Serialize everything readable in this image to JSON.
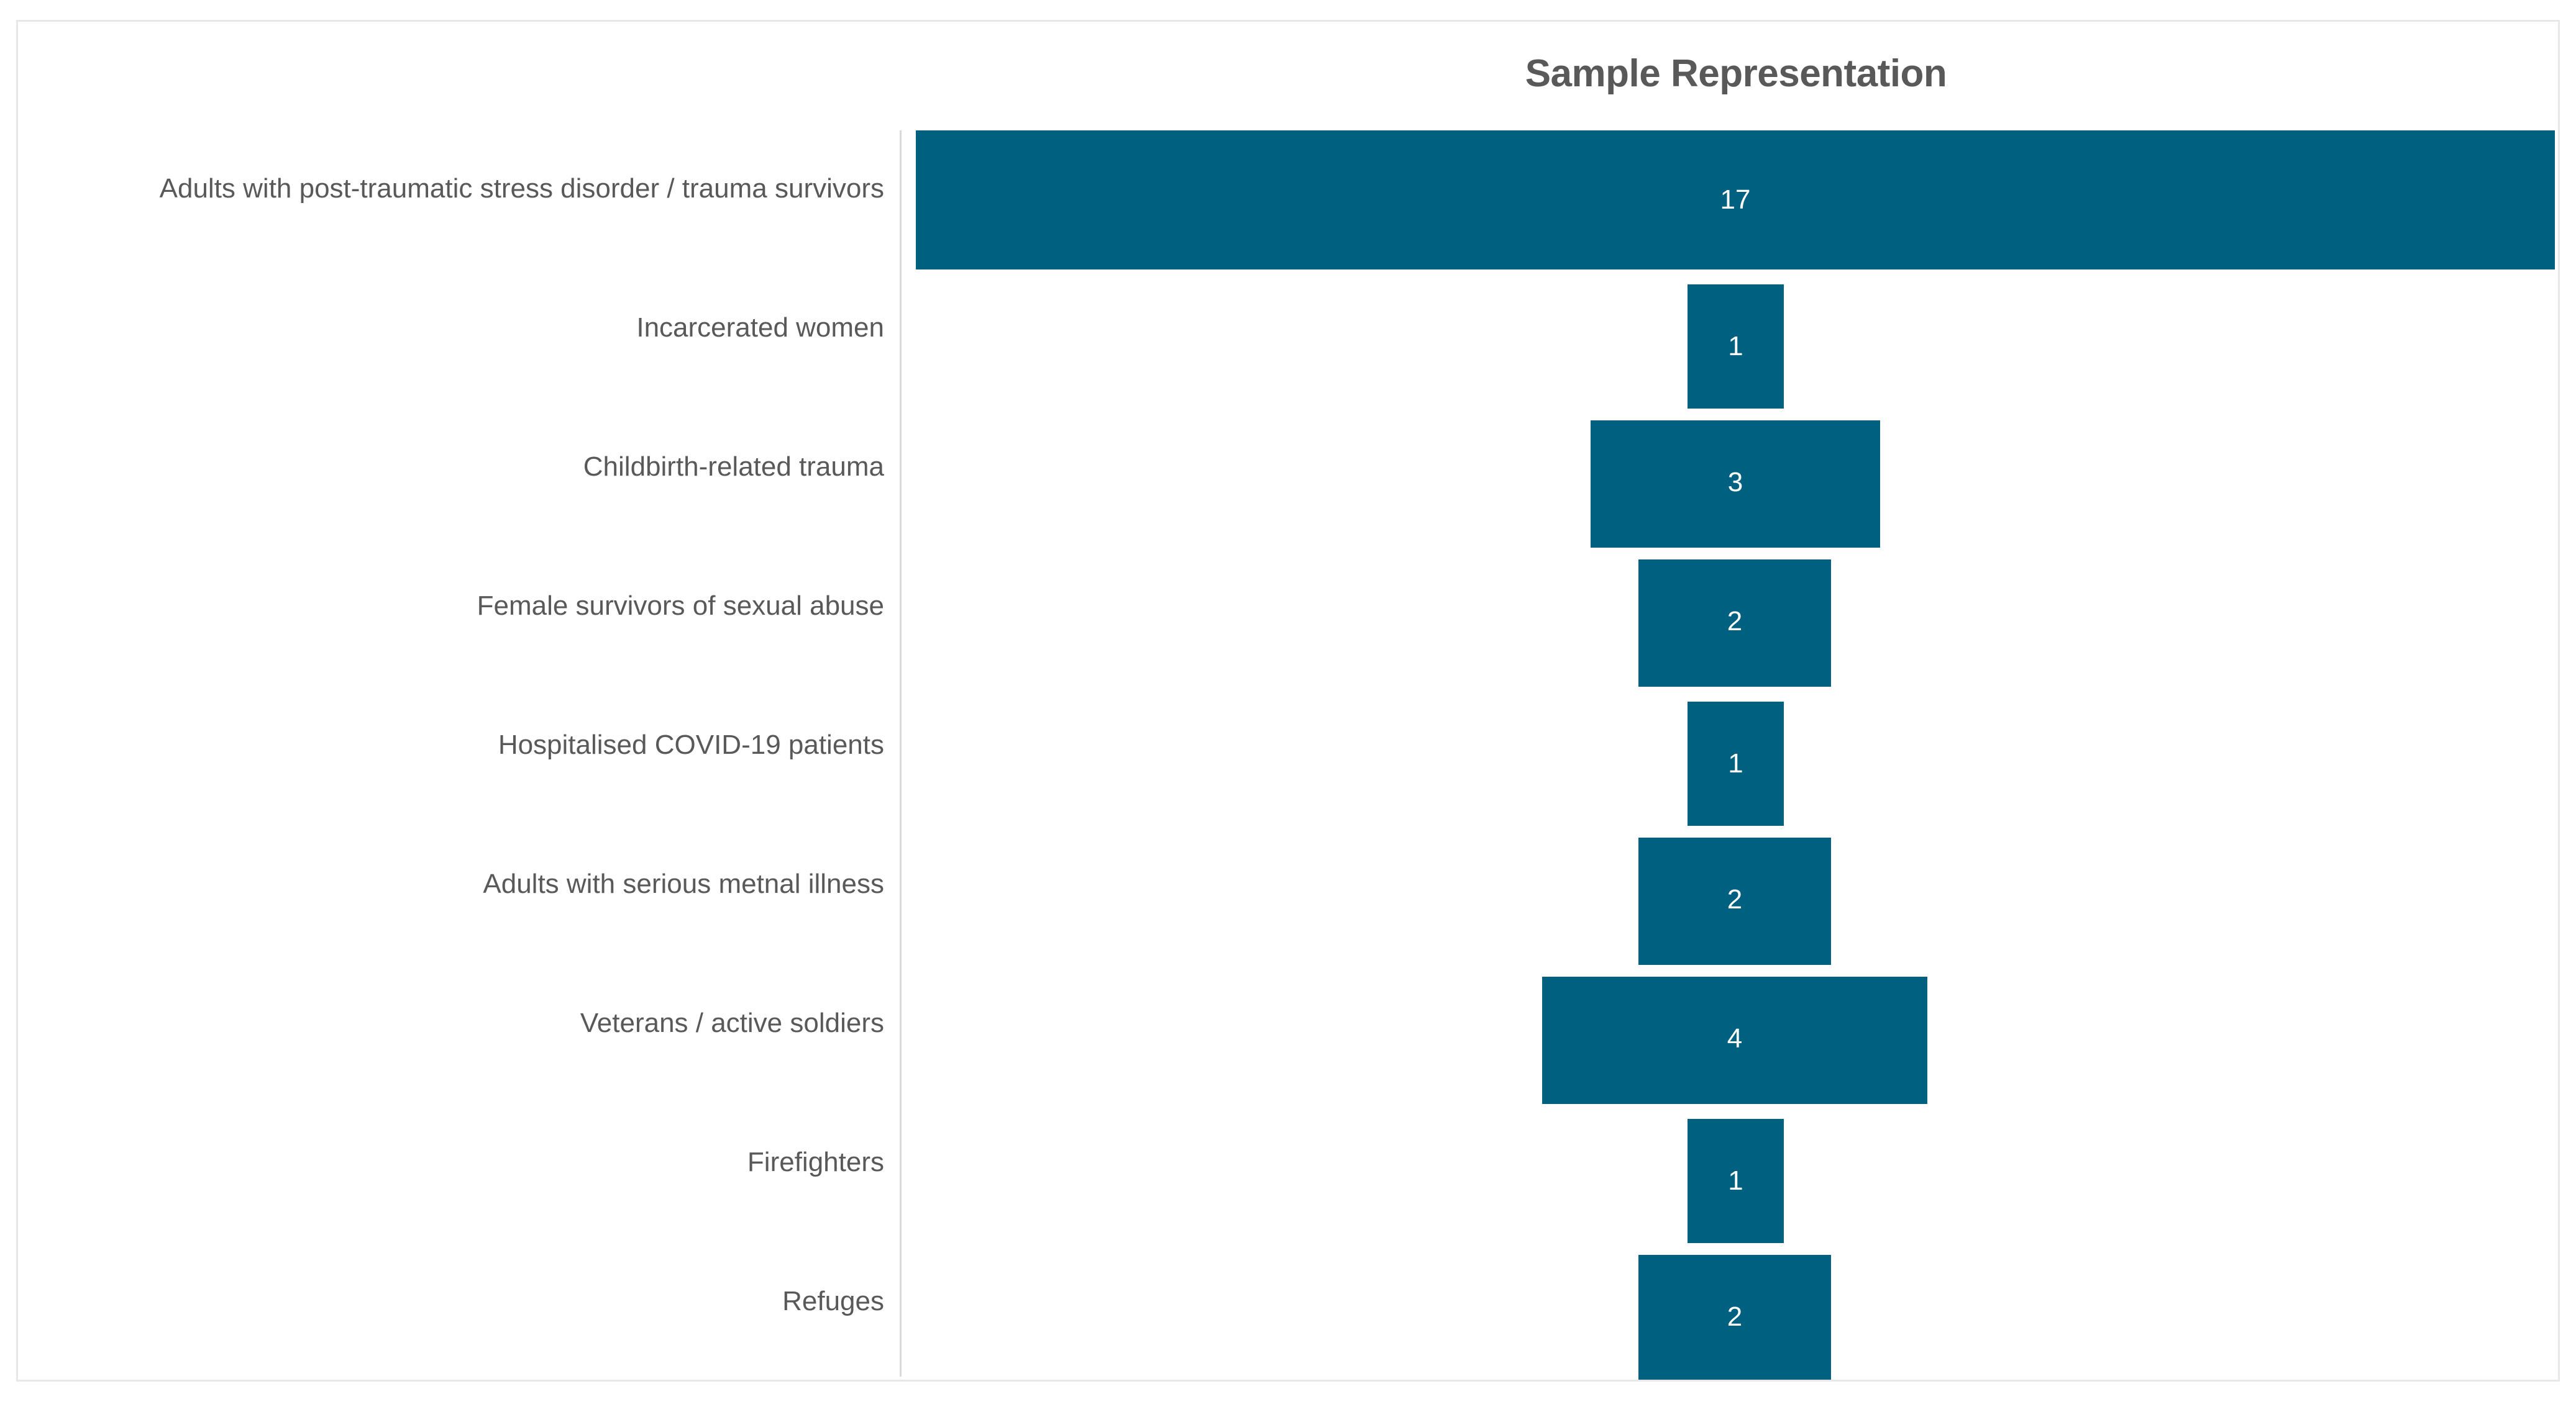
{
  "chart_data": {
    "type": "bar",
    "orientation": "horizontal",
    "title": "Sample Representation",
    "xlabel": "",
    "ylabel": "",
    "grid": false,
    "legend": false,
    "xlim": [
      0,
      17
    ],
    "categories": [
      "Adults with post-traumatic stress disorder / trauma survivors",
      "Incarcerated women",
      "Childbirth-related trauma",
      "Female survivors of sexual abuse",
      "Hospitalised COVID-19 patients",
      "Adults with serious metnal illness",
      "Veterans / active soldiers",
      "Firefighters",
      "Refuges"
    ],
    "values": [
      17,
      1,
      3,
      2,
      1,
      2,
      4,
      1,
      2
    ],
    "value_labels": [
      "17",
      "1",
      "3",
      "2",
      "1",
      "2",
      "4",
      "1",
      "2"
    ],
    "colors": {
      "bar": "#00607F",
      "bar_label": "#FFFFFF",
      "title": "#595959",
      "category_label": "#595959",
      "axis_line": "#D9D9D9",
      "frame_border": "#E8E8E8",
      "background": "#FFFFFF"
    }
  }
}
